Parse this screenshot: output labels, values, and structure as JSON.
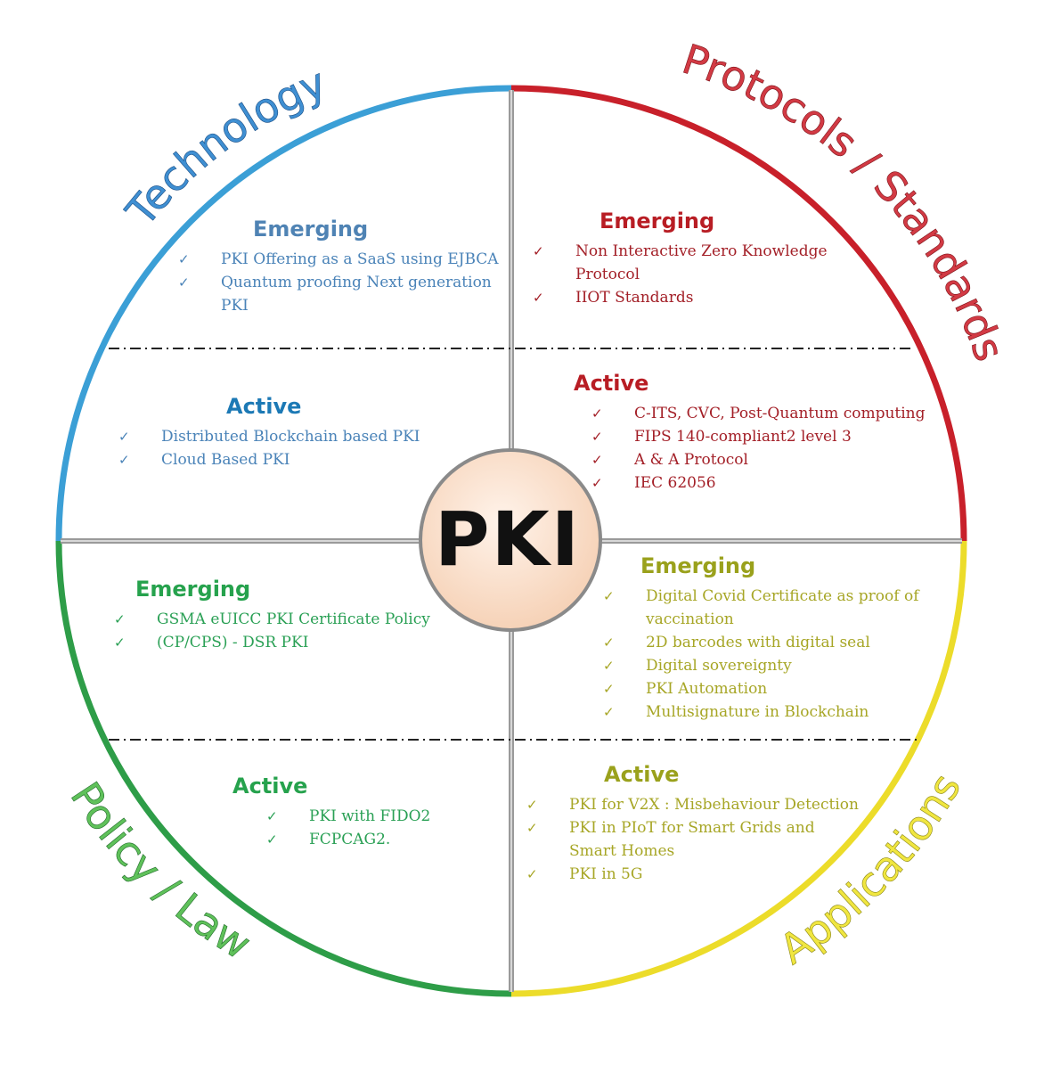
{
  "center": {
    "label": "PKI"
  },
  "quadrant_titles": {
    "technology": "Technology",
    "protocols": "Protocols / Standards",
    "policy": "Policy / Law",
    "applications": "Applications"
  },
  "colors": {
    "technology": "#3b9fd6",
    "protocols": "#c8202a",
    "policy": "#2e9d48",
    "applications": "#ecdc2a",
    "divider": "#9a9a9a",
    "center_fill": "#fbe3d1"
  },
  "icons": {
    "bullet": "check-icon",
    "check_glyph": "✓"
  },
  "technology": {
    "emerging": {
      "heading": "Emerging",
      "items": [
        "PKI Offering as a SaaS using EJBCA",
        "Quantum proofing Next generation PKI"
      ]
    },
    "active": {
      "heading": "Active",
      "items": [
        "Distributed Blockchain based PKI",
        "Cloud Based PKI"
      ]
    }
  },
  "protocols": {
    "emerging": {
      "heading": "Emerging",
      "items": [
        "Non Interactive Zero Knowledge Protocol",
        "IIOT Standards"
      ]
    },
    "active": {
      "heading": "Active",
      "items": [
        "C-ITS, CVC, Post-Quantum computing",
        "FIPS 140-compliant2 level 3",
        "A & A Protocol",
        "IEC 62056"
      ]
    }
  },
  "policy": {
    "emerging": {
      "heading": "Emerging",
      "items": [
        "GSMA eUICC PKI Certificate Policy",
        "(CP/CPS) - DSR PKI"
      ]
    },
    "active": {
      "heading": "Active",
      "items": [
        "PKI with FIDO2",
        "FCPCAG2."
      ]
    }
  },
  "applications": {
    "emerging": {
      "heading": "Emerging",
      "items": [
        "Digital Covid Certificate as proof of vaccination",
        "2D barcodes with digital seal",
        "Digital sovereignty",
        "PKI Automation",
        "Multisignature in Blockchain"
      ]
    },
    "active": {
      "heading": "Active",
      "items": [
        "PKI for V2X : Misbehaviour Detection",
        "PKI in PIoT for Smart Grids and Smart Homes",
        "PKI in 5G"
      ]
    }
  }
}
